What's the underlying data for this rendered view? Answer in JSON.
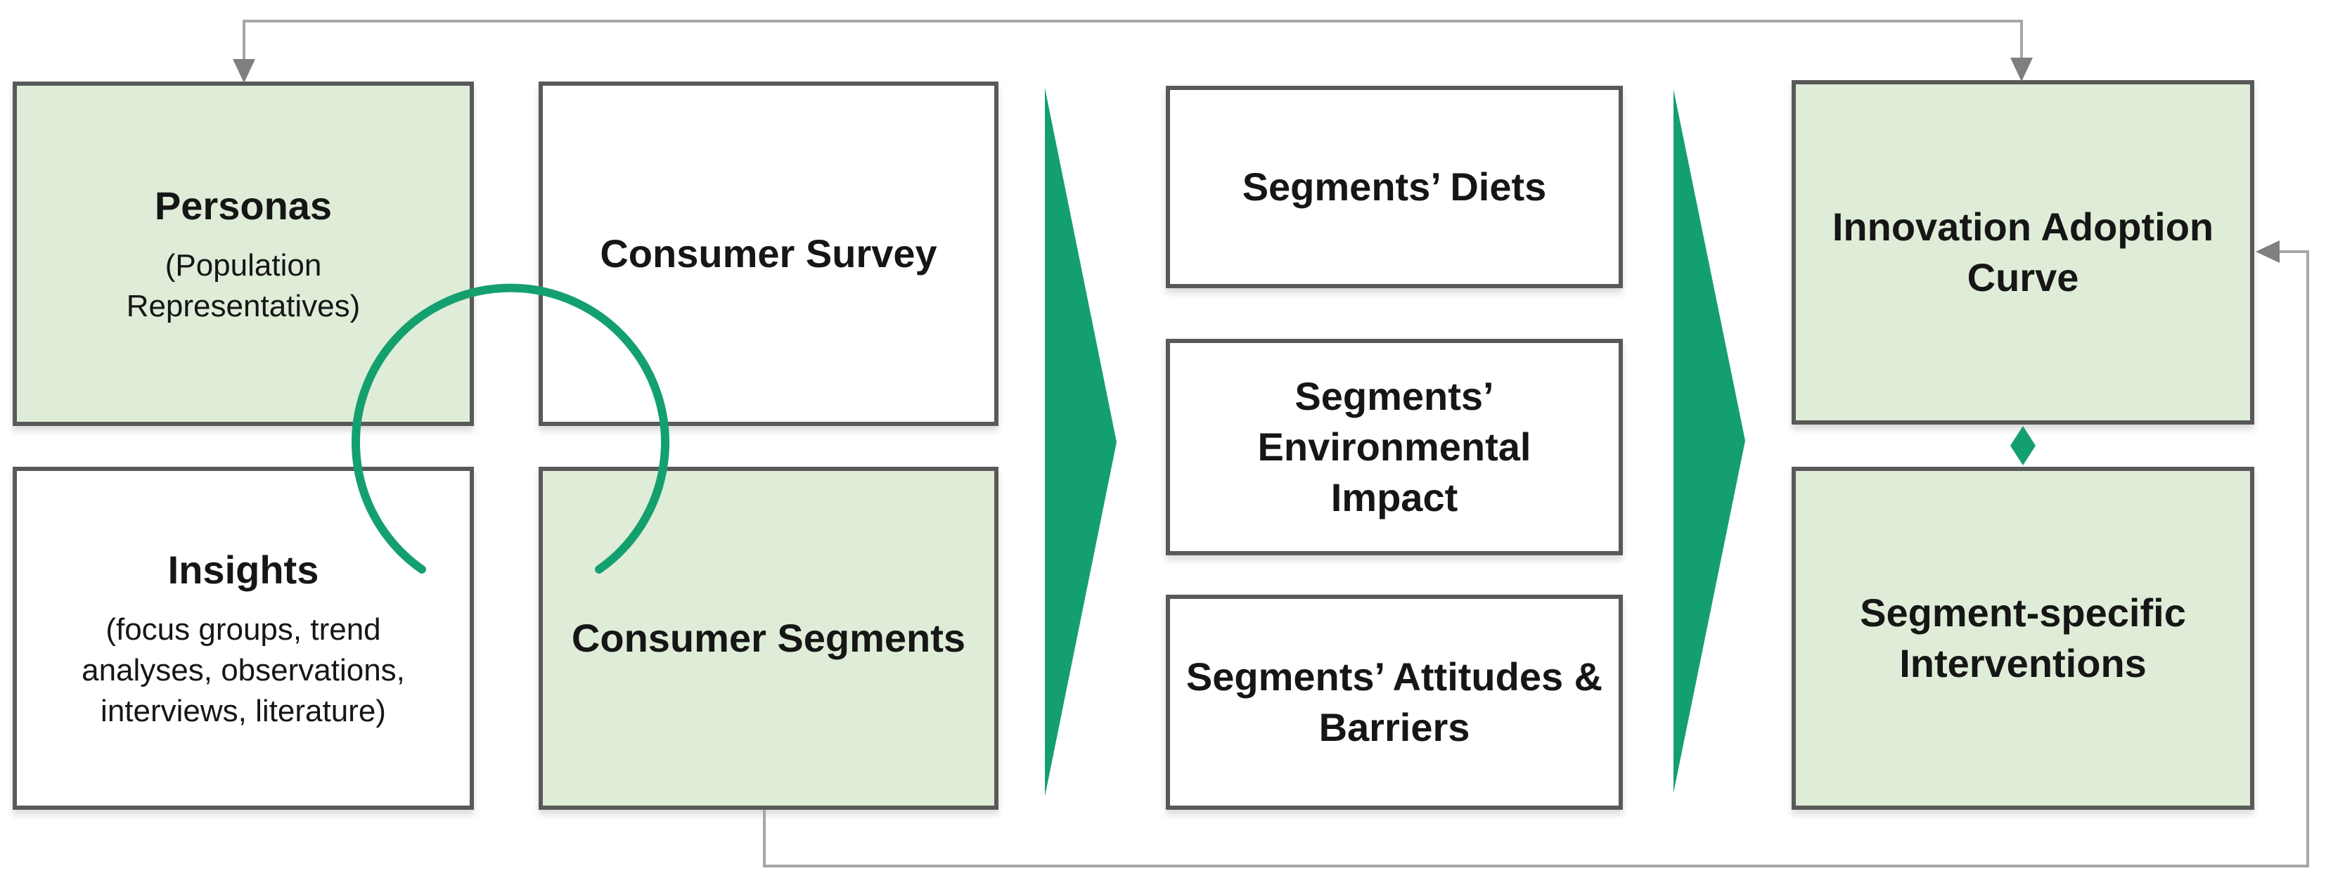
{
  "colors": {
    "accent_green": "#14a06e",
    "box_green": "#dfedd8",
    "box_white": "#ffffff",
    "border_gray": "#595959",
    "line_gray": "#a6a6a6",
    "arrow_gray": "#7f7f7f",
    "text_black": "#161616",
    "page_bg": "#ffffff"
  },
  "nodes": {
    "personas": {
      "title": "Personas",
      "subtitle": "(Population Representatives)"
    },
    "insights": {
      "title": "Insights",
      "subtitle": "(focus groups, trend analyses, observations, interviews, literature)"
    },
    "consumer_survey": {
      "title": "Consumer Survey"
    },
    "consumer_segments": {
      "title": "Consumer Segments"
    },
    "segments_diets": {
      "title": "Segments’ Diets"
    },
    "segments_environmental_impact": {
      "title": "Segments’ Environmental Impact"
    },
    "segments_attitudes_barriers": {
      "title": "Segments’ Attitudes & Barriers"
    },
    "innovation_adoption_curve": {
      "title": "Innovation Adoption Curve"
    },
    "segment_specific_interventions": {
      "title": "Segment-specific Interventions"
    }
  }
}
